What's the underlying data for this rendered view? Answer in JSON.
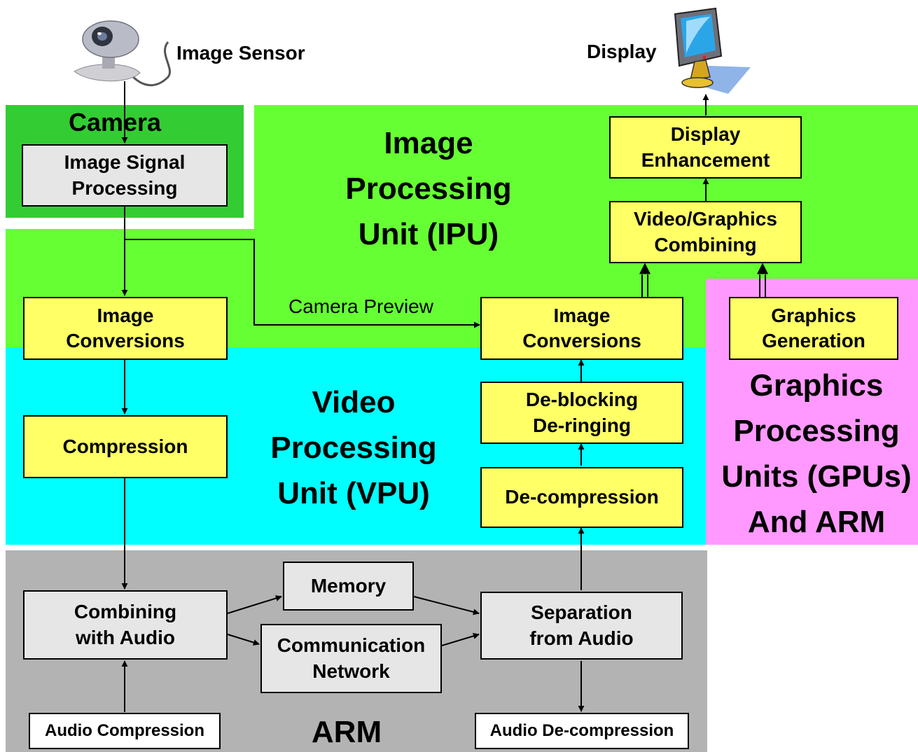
{
  "colors": {
    "camera": "#33cc33",
    "ipu": "#66ff33",
    "vpu": "#00ffff",
    "gpu": "#ff99ff",
    "arm": "#b3b3b3",
    "block": "#ffff66",
    "arm_block": "#e6e6e6"
  },
  "icons": {
    "sensor": "webcam-icon",
    "display": "monitor-icon"
  },
  "labels": {
    "image_sensor": "Image Sensor",
    "display": "Display",
    "camera": "Camera",
    "ipu": "Image\nProcessing\nUnit (IPU)",
    "vpu": "Video\nProcessing\nUnit (VPU)",
    "gpu": "Graphics\nProcessing\nUnits (GPUs)\nAnd ARM",
    "arm": "ARM",
    "camera_preview": "Camera Preview"
  },
  "blocks": {
    "isp": "Image Signal\nProcessing",
    "img_conv_left": "Image\nConversions",
    "compression": "Compression",
    "combining_audio": "Combining\nwith Audio",
    "audio_compression": "Audio Compression",
    "memory": "Memory",
    "comm_network": "Communication\nNetwork",
    "separation_audio": "Separation\nfrom Audio",
    "audio_decompression": "Audio De-compression",
    "decompression": "De-compression",
    "deblocking": "De-blocking\nDe-ringing",
    "img_conv_right": "Image\nConversions",
    "video_graphics": "Video/Graphics\nCombining",
    "display_enh": "Display\nEnhancement",
    "graphics_gen": "Graphics\nGeneration"
  }
}
